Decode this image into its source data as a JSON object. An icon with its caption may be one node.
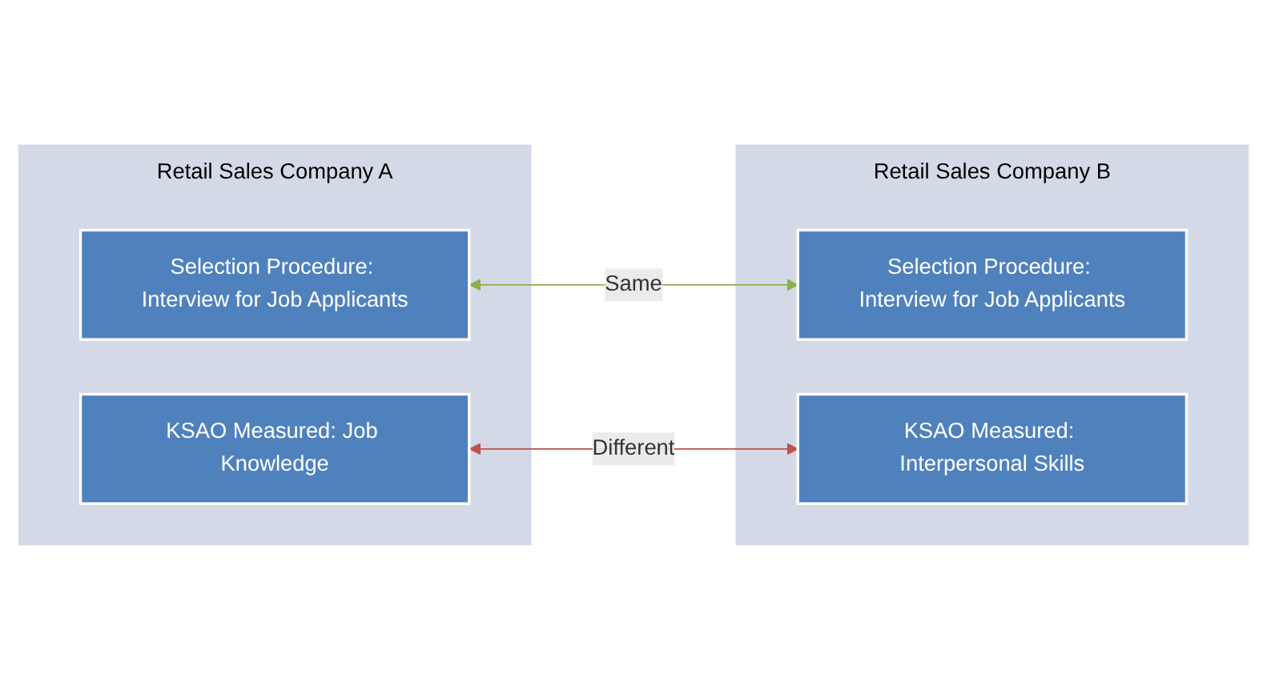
{
  "diagram": {
    "nodes": [
      {
        "text": [
          "Retail Sales Company A"
        ]
      },
      {
        "text": [
          "Selection Procedure: Interview for Job Applicants"
        ],
        "in": 0
      },
      {
        "text": [
          "KSAO Measured: Job Knowledge"
        ],
        "in": 0
      },
      {
        "text": [
          "Retail Sales Company B"
        ]
      },
      {
        "text": [
          "Selection Procedure: Interview for Job Applicants"
        ],
        "in": 3
      },
      {
        "text": [
          "KSAO Measured: Interpersonal Skills"
        ],
        "in": 3
      }
    ],
    "edges": [
      {
        "from": 1,
        "to": 4,
        "arrow": "both",
        "label": "Same",
        "color": "#8db04a"
      },
      {
        "from": 2,
        "to": 5,
        "arrow": "both",
        "label": "Different",
        "color": "#c0504d"
      }
    ]
  }
}
